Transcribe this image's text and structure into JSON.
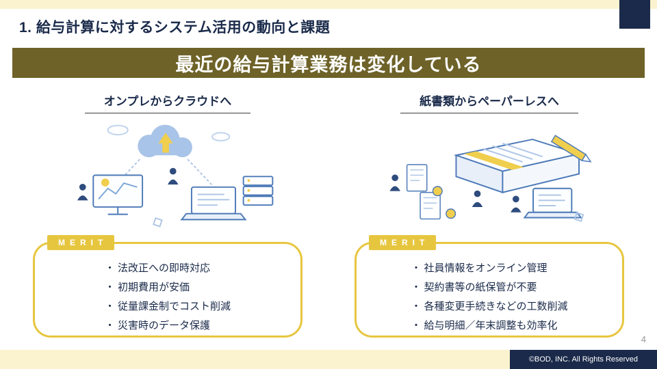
{
  "header": {
    "title": "1. 給与計算に対するシステム活用の動向と課題"
  },
  "banner": {
    "title": "最近の給与計算業務は変化している"
  },
  "bullet_marker": "・",
  "columns": [
    {
      "heading": "オンプレからクラウドへ",
      "merit_label": "MERIT",
      "illustration": "cloud-migration-isometric",
      "bullets": [
        "法改正への即時対応",
        "初期費用が安価",
        "従量課金制でコスト削減",
        "災害時のデータ保護"
      ]
    },
    {
      "heading": "紙書類からペーパーレスへ",
      "merit_label": "MERIT",
      "illustration": "paperless-isometric",
      "bullets": [
        "社員情報をオンライン管理",
        "契約書等の紙保管が不要",
        "各種変更手続きなどの工数削減",
        "給与明細／年末調整も効率化"
      ]
    }
  ],
  "page_number": "4",
  "footer": {
    "copyright": "©BOD, INC. All Rights Reserved"
  },
  "colors": {
    "banner_olive": "#6e6228",
    "accent_yellow": "#e7c63f",
    "navy": "#1b2a4a",
    "pale_yellow": "#fbf3cf",
    "text_navy": "#1a2a4a",
    "page_number_gray": "#999999",
    "illustration_blue": "#4c79b8"
  }
}
